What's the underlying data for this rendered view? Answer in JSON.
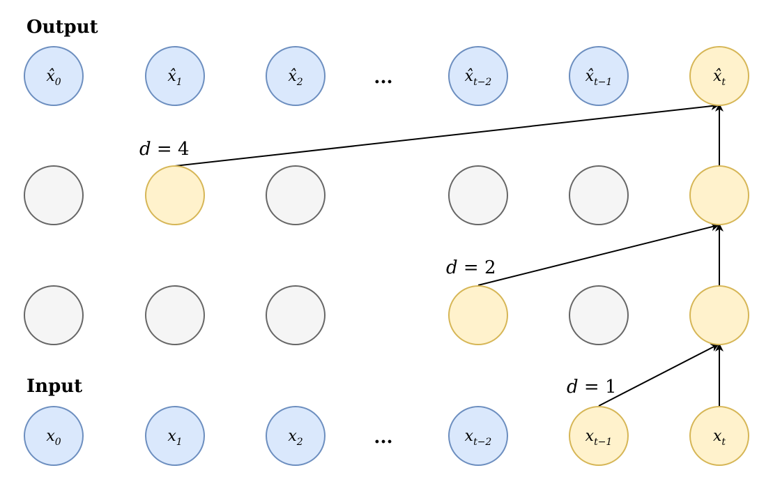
{
  "labels": {
    "output": "Output",
    "input": "Input",
    "ellipsis": "..."
  },
  "colors": {
    "blue_fill": "#dae8fc",
    "blue_stroke": "#6c8ebf",
    "yellow_fill": "#fff2cc",
    "yellow_stroke": "#d6b656",
    "gray_fill": "#f5f5f5",
    "gray_stroke": "#666666"
  },
  "output_row": [
    {
      "base": "x",
      "hat": true,
      "sub": "0",
      "style": "blue"
    },
    {
      "base": "x",
      "hat": true,
      "sub": "1",
      "style": "blue"
    },
    {
      "base": "x",
      "hat": true,
      "sub": "2",
      "style": "blue"
    },
    {
      "ellipsis": true
    },
    {
      "base": "x",
      "hat": true,
      "sub": "t−2",
      "style": "blue"
    },
    {
      "base": "x",
      "hat": true,
      "sub": "t−1",
      "style": "blue"
    },
    {
      "base": "x",
      "hat": true,
      "sub": "t",
      "style": "yellow"
    }
  ],
  "hidden_rows": [
    [
      "gray",
      "yellow",
      "gray",
      null,
      "gray",
      "gray",
      "yellow"
    ],
    [
      "gray",
      "gray",
      "gray",
      null,
      "yellow",
      "gray",
      "yellow"
    ]
  ],
  "input_row": [
    {
      "base": "x",
      "hat": false,
      "sub": "0",
      "style": "blue"
    },
    {
      "base": "x",
      "hat": false,
      "sub": "1",
      "style": "blue"
    },
    {
      "base": "x",
      "hat": false,
      "sub": "2",
      "style": "blue"
    },
    {
      "ellipsis": true
    },
    {
      "base": "x",
      "hat": false,
      "sub": "t−2",
      "style": "blue"
    },
    {
      "base": "x",
      "hat": false,
      "sub": "t−1",
      "style": "yellow"
    },
    {
      "base": "x",
      "hat": false,
      "sub": "t",
      "style": "yellow"
    }
  ],
  "dilations": [
    {
      "var": "d",
      "op": " = ",
      "value": "4"
    },
    {
      "var": "d",
      "op": " = ",
      "value": "2"
    },
    {
      "var": "d",
      "op": " = ",
      "value": "1"
    }
  ]
}
